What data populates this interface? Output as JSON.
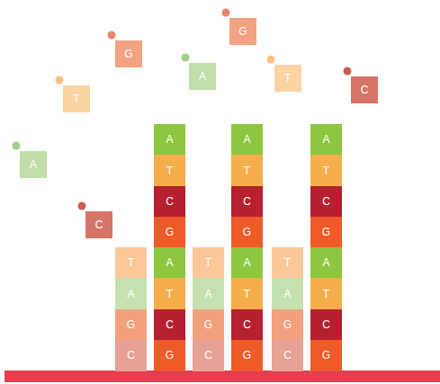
{
  "diagram": {
    "nodes": [
      {
        "text": [
          "G"
        ]
      },
      {
        "text": [
          "G"
        ]
      },
      {
        "text": [
          "A"
        ]
      },
      {
        "text": [
          "T"
        ]
      },
      {
        "text": [
          "C"
        ]
      },
      {
        "text": [
          "T"
        ]
      },
      {
        "text": [
          "A"
        ]
      },
      {
        "text": [
          "C"
        ]
      },
      {
        "text": [
          "T"
        ]
      },
      {
        "text": [
          "A"
        ]
      },
      {
        "text": [
          "G"
        ]
      },
      {
        "text": [
          "C"
        ]
      },
      {
        "text": [
          "A"
        ]
      },
      {
        "text": [
          "T"
        ]
      },
      {
        "text": [
          "C"
        ]
      },
      {
        "text": [
          "G"
        ]
      },
      {
        "text": [
          "A"
        ]
      },
      {
        "text": [
          "T"
        ]
      },
      {
        "text": [
          "C"
        ]
      },
      {
        "text": [
          "G"
        ]
      },
      {
        "text": [
          "T"
        ]
      },
      {
        "text": [
          "A"
        ]
      },
      {
        "text": [
          "G"
        ]
      },
      {
        "text": [
          "C"
        ]
      },
      {
        "text": [
          "A"
        ]
      },
      {
        "text": [
          "T"
        ]
      },
      {
        "text": [
          "C"
        ]
      },
      {
        "text": [
          "G"
        ]
      },
      {
        "text": [
          "A"
        ]
      },
      {
        "text": [
          "T"
        ]
      },
      {
        "text": [
          "C"
        ]
      },
      {
        "text": [
          "G"
        ]
      },
      {
        "text": [
          "T"
        ]
      },
      {
        "text": [
          "A"
        ]
      },
      {
        "text": [
          "G"
        ]
      },
      {
        "text": [
          "C"
        ]
      },
      {
        "text": [
          "A"
        ]
      },
      {
        "text": [
          "T"
        ]
      },
      {
        "text": [
          "C"
        ]
      },
      {
        "text": [
          "G"
        ]
      },
      {
        "text": [
          "A"
        ]
      },
      {
        "text": [
          "T"
        ]
      },
      {
        "text": [
          "C"
        ]
      },
      {
        "text": [
          "G"
        ]
      }
    ]
  }
}
